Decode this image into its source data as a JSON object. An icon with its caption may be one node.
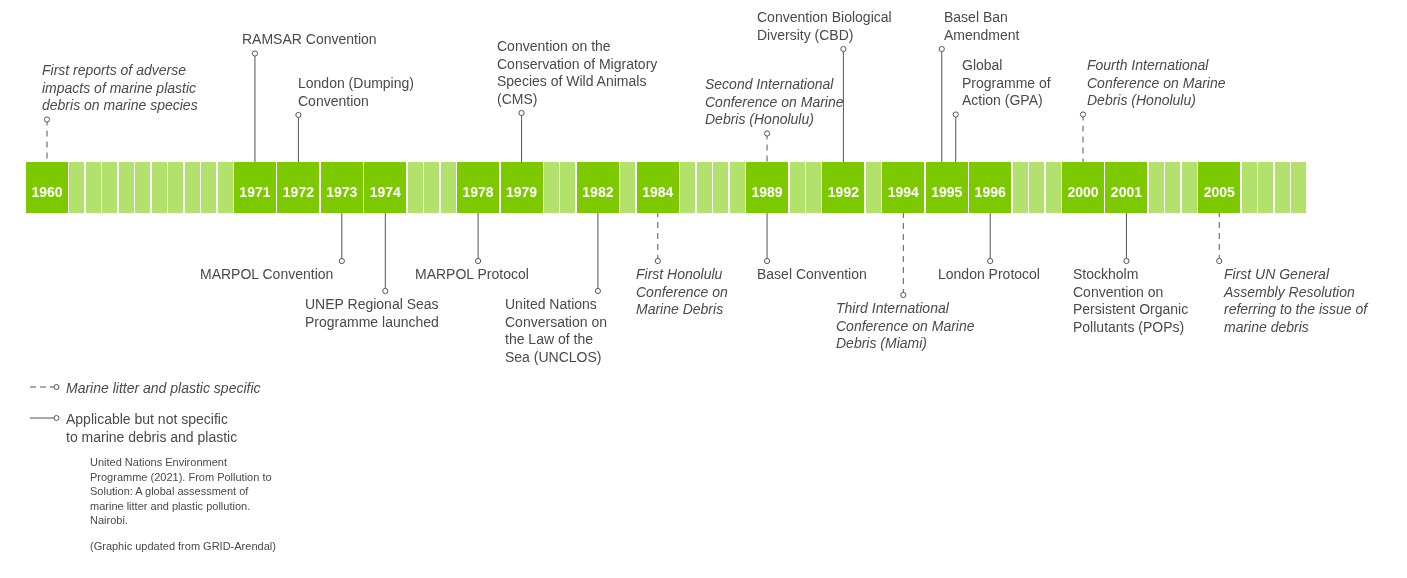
{
  "diagram": {
    "nodes": [
      {
        "text": [
          "1960"
        ]
      },
      {
        "text": [],
        "shape": "box"
      },
      {
        "text": [],
        "shape": "box"
      },
      {
        "text": [],
        "shape": "box"
      },
      {
        "text": [],
        "shape": "box"
      },
      {
        "text": [],
        "shape": "box"
      },
      {
        "text": [],
        "shape": "box"
      },
      {
        "text": [],
        "shape": "box"
      },
      {
        "text": [],
        "shape": "box"
      },
      {
        "text": [],
        "shape": "box"
      },
      {
        "text": [],
        "shape": "box"
      },
      {
        "text": [
          "1971"
        ]
      },
      {
        "text": [
          "1972"
        ]
      },
      {
        "text": [
          "1973"
        ]
      },
      {
        "text": [
          "1974"
        ]
      },
      {
        "text": [],
        "shape": "box"
      },
      {
        "text": [],
        "shape": "box"
      },
      {
        "text": [],
        "shape": "box"
      },
      {
        "text": [
          "1978"
        ]
      },
      {
        "text": [
          "1979"
        ]
      },
      {
        "text": [],
        "shape": "box"
      },
      {
        "text": [],
        "shape": "box"
      },
      {
        "text": [
          "1982"
        ]
      },
      {
        "text": [],
        "shape": "box"
      },
      {
        "text": [
          "1984"
        ]
      },
      {
        "text": [],
        "shape": "box"
      },
      {
        "text": [],
        "shape": "box"
      },
      {
        "text": [],
        "shape": "box"
      },
      {
        "text": [],
        "shape": "box"
      },
      {
        "text": [
          "1989"
        ]
      },
      {
        "text": [],
        "shape": "box"
      },
      {
        "text": [],
        "shape": "box"
      },
      {
        "text": [
          "1992"
        ]
      },
      {
        "text": [],
        "shape": "box"
      },
      {
        "text": [
          "1994"
        ]
      },
      {
        "text": [
          "1995"
        ]
      },
      {
        "text": [
          "1996"
        ]
      },
      {
        "text": [],
        "shape": "box"
      },
      {
        "text": [],
        "shape": "box"
      },
      {
        "text": [],
        "shape": "box"
      },
      {
        "text": [
          "2000"
        ]
      },
      {
        "text": [
          "2001"
        ]
      },
      {
        "text": [],
        "shape": "box"
      },
      {
        "text": [],
        "shape": "box"
      },
      {
        "text": [],
        "shape": "box"
      },
      {
        "text": [
          "2005"
        ]
      },
      {
        "text": [],
        "shape": "box"
      },
      {
        "text": [],
        "shape": "box"
      },
      {
        "text": [],
        "shape": "box"
      },
      {
        "text": [],
        "shape": "box"
      },
      {
        "text": [
          "First reports of adverse impacts of marine plastic debris on marine species"
        ]
      },
      {
        "text": [
          "RAMSAR Convention"
        ]
      },
      {
        "text": [
          "London (Dumping) Convention"
        ]
      },
      {
        "text": [
          "Convention on the Conservation of Migratory Species of Wild Animals (CMS)"
        ]
      },
      {
        "text": [
          "Second International Conference on Marine Debris (Honolulu)"
        ]
      },
      {
        "text": [
          "Convention Biological Diversity (CBD)"
        ]
      },
      {
        "text": [
          "Basel Ban Amendment"
        ]
      },
      {
        "text": [
          "Global Programme of Action (GPA)"
        ]
      },
      {
        "text": [
          "Fourth International Conference on Marine Debris (Honolulu)"
        ]
      },
      {
        "text": [
          "MARPOL Convention"
        ]
      },
      {
        "text": [
          "UNEP Regional Seas Programme launched"
        ]
      },
      {
        "text": [
          "MARPOL Protocol"
        ]
      },
      {
        "text": [
          "United Nations Conversation on the Law of the Sea (UNCLOS)"
        ]
      },
      {
        "text": [
          "First Honolulu Conference on Marine Debris"
        ]
      },
      {
        "text": [
          "Basel Convention"
        ]
      },
      {
        "text": [
          "Third International Conference on Marine Debris (Miami)"
        ]
      },
      {
        "text": [
          "London Protocol"
        ]
      },
      {
        "text": [
          "Stockholm Convention on Persistent Organic Pollutants (POPs)"
        ]
      },
      {
        "text": [
          "First UN General Assembly Resolution referring to the issue of marine debris"
        ]
      }
    ],
    "edges": [
      {
        "from": 50,
        "to": 0,
        "arrow": "other",
        "style": "dashed"
      },
      {
        "from": 51,
        "to": 11,
        "arrow": "other"
      },
      {
        "from": 52,
        "to": 12,
        "arrow": "other"
      },
      {
        "from": 53,
        "to": 19,
        "arrow": "other"
      },
      {
        "from": 54,
        "to": 29,
        "arrow": "other",
        "style": "dashed"
      },
      {
        "from": 55,
        "to": 32,
        "arrow": "other"
      },
      {
        "from": 56,
        "to": 35,
        "arrow": "other"
      },
      {
        "from": 57,
        "to": 35,
        "arrow": "other"
      },
      {
        "from": 58,
        "to": 40,
        "arrow": "other",
        "style": "dashed"
      },
      {
        "from": 59,
        "to": 13,
        "arrow": "other"
      },
      {
        "from": 60,
        "to": 14,
        "arrow": "other"
      },
      {
        "from": 61,
        "to": 18,
        "arrow": "other"
      },
      {
        "from": 62,
        "to": 22,
        "arrow": "other"
      },
      {
        "from": 63,
        "to": 24,
        "arrow": "other",
        "style": "dashed"
      },
      {
        "from": 64,
        "to": 29,
        "arrow": "other"
      },
      {
        "from": 65,
        "to": 34,
        "arrow": "other",
        "style": "dashed"
      },
      {
        "from": 66,
        "to": 36,
        "arrow": "other"
      },
      {
        "from": 67,
        "to": 41,
        "arrow": "other"
      },
      {
        "from": 68,
        "to": 45,
        "arrow": "other",
        "style": "dashed"
      }
    ],
    "labels": [
      "United Nations Environment Programme (2021). From Pollution to Solution: A global assessment of marine litter and plastic pollution. Nairobi.",
      "(Graphic updated from GRID-Arendal)"
    ],
    "legend": [
      {
        "text": "Marine litter and plastic specific"
      },
      {
        "text": "Applicable but not specific to marine debris and plastic"
      }
    ]
  }
}
